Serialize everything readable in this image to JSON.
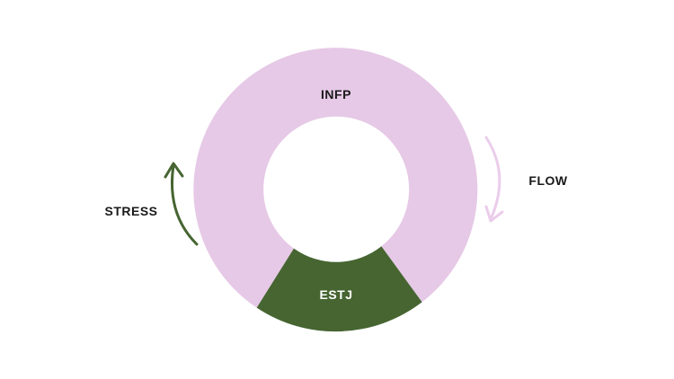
{
  "diagram": {
    "top_segment_label": "INFP",
    "bottom_segment_label": "ESTJ",
    "left_arrow_label": "STRESS",
    "right_arrow_label": "FLOW"
  },
  "colors": {
    "top_segment": "#e6c9e6",
    "bottom_segment": "#466531",
    "stress_arrow": "#466531",
    "flow_arrow": "#ebcdeb",
    "label_dark": "#1a1a1a",
    "label_light": "#ffffff"
  }
}
